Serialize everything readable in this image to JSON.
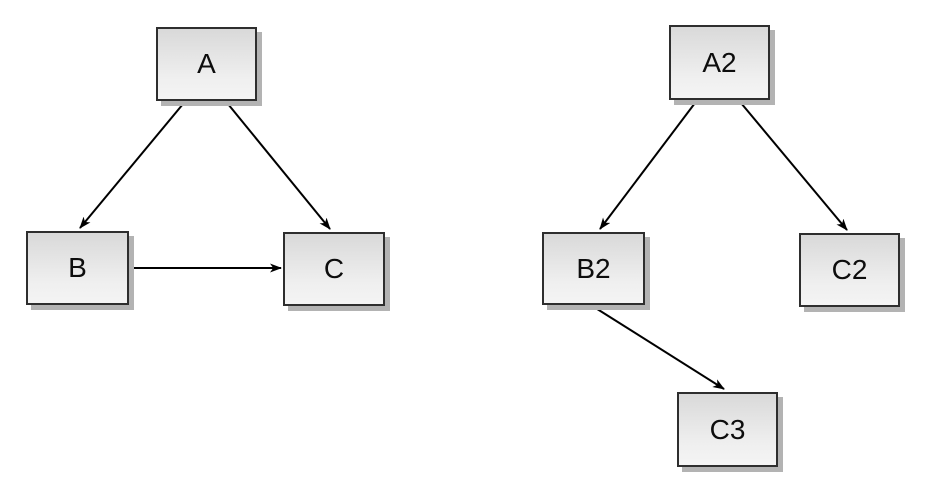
{
  "diagrams": [
    {
      "name": "left-graph",
      "nodes": [
        {
          "id": "A",
          "label": "A"
        },
        {
          "id": "B",
          "label": "B"
        },
        {
          "id": "C",
          "label": "C"
        }
      ],
      "edges": [
        {
          "from": "A",
          "to": "B"
        },
        {
          "from": "A",
          "to": "C"
        },
        {
          "from": "B",
          "to": "C"
        }
      ]
    },
    {
      "name": "right-graph",
      "nodes": [
        {
          "id": "A2",
          "label": "A2"
        },
        {
          "id": "B2",
          "label": "B2"
        },
        {
          "id": "C2",
          "label": "C2"
        },
        {
          "id": "C3",
          "label": "C3"
        }
      ],
      "edges": [
        {
          "from": "A2",
          "to": "B2"
        },
        {
          "from": "A2",
          "to": "C2"
        },
        {
          "from": "B2",
          "to": "C3"
        }
      ]
    }
  ],
  "colors": {
    "background": "#ffffff",
    "node_fill_top": "#d9d9d9",
    "node_fill_bottom": "#f4f4f4",
    "node_border": "#2e2e2e",
    "node_shadow": "#b3b3b3",
    "edge": "#000000"
  }
}
